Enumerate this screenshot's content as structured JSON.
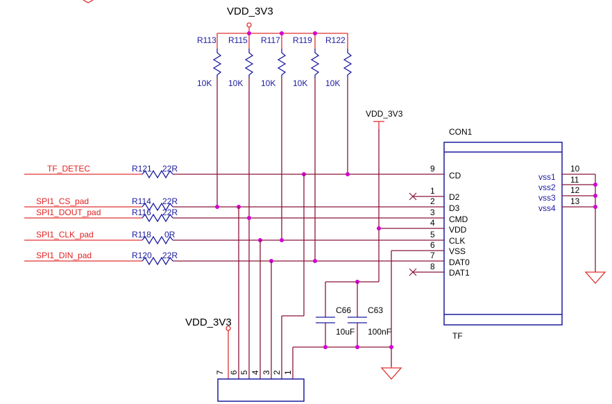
{
  "power": {
    "top_label": "VDD_3V3",
    "right_label": "VDD_3V3",
    "left_label": "VDD_3V3"
  },
  "pullups": [
    {
      "ref": "R113",
      "value": "10K"
    },
    {
      "ref": "R115",
      "value": "10K"
    },
    {
      "ref": "R117",
      "value": "10K"
    },
    {
      "ref": "R119",
      "value": "10K"
    },
    {
      "ref": "R122",
      "value": "10K"
    }
  ],
  "nets": [
    {
      "name": "TF_DETEC",
      "ref": "R121",
      "value": "22R"
    },
    {
      "name": "SPI1_CS_pad",
      "ref": "R114",
      "value": "22R"
    },
    {
      "name": "SPI1_DOUT_pad",
      "ref": "R116",
      "value": "22R"
    },
    {
      "name": "SPI1_CLK_pad",
      "ref": "R118",
      "value": "0R"
    },
    {
      "name": "SPI1_DIN_pad",
      "ref": "R120",
      "value": "22R"
    }
  ],
  "connector": {
    "ref": "CON1",
    "footprint": "TF",
    "left_pins": [
      {
        "num": "9",
        "name": "CD"
      },
      {
        "num": "1",
        "name": ""
      },
      {
        "num": "2",
        "name": "D2"
      },
      {
        "num": "",
        "name": "D3"
      },
      {
        "num": "3",
        "name": "CMD"
      },
      {
        "num": "4",
        "name": "VDD"
      },
      {
        "num": "5",
        "name": "CLK"
      },
      {
        "num": "6",
        "name": "VSS"
      },
      {
        "num": "7",
        "name": "DAT0"
      },
      {
        "num": "8",
        "name": "DAT1"
      }
    ],
    "right_pins": [
      {
        "num": "10",
        "name": "vss1"
      },
      {
        "num": "11",
        "name": "vss2"
      },
      {
        "num": "12",
        "name": "vss3"
      },
      {
        "num": "13",
        "name": "vss4"
      }
    ]
  },
  "caps": [
    {
      "ref": "C66",
      "value": "10uF"
    },
    {
      "ref": "C63",
      "value": "100nF"
    }
  ],
  "header": {
    "pins": [
      "7",
      "6",
      "5",
      "4",
      "3",
      "2",
      "1"
    ]
  }
}
